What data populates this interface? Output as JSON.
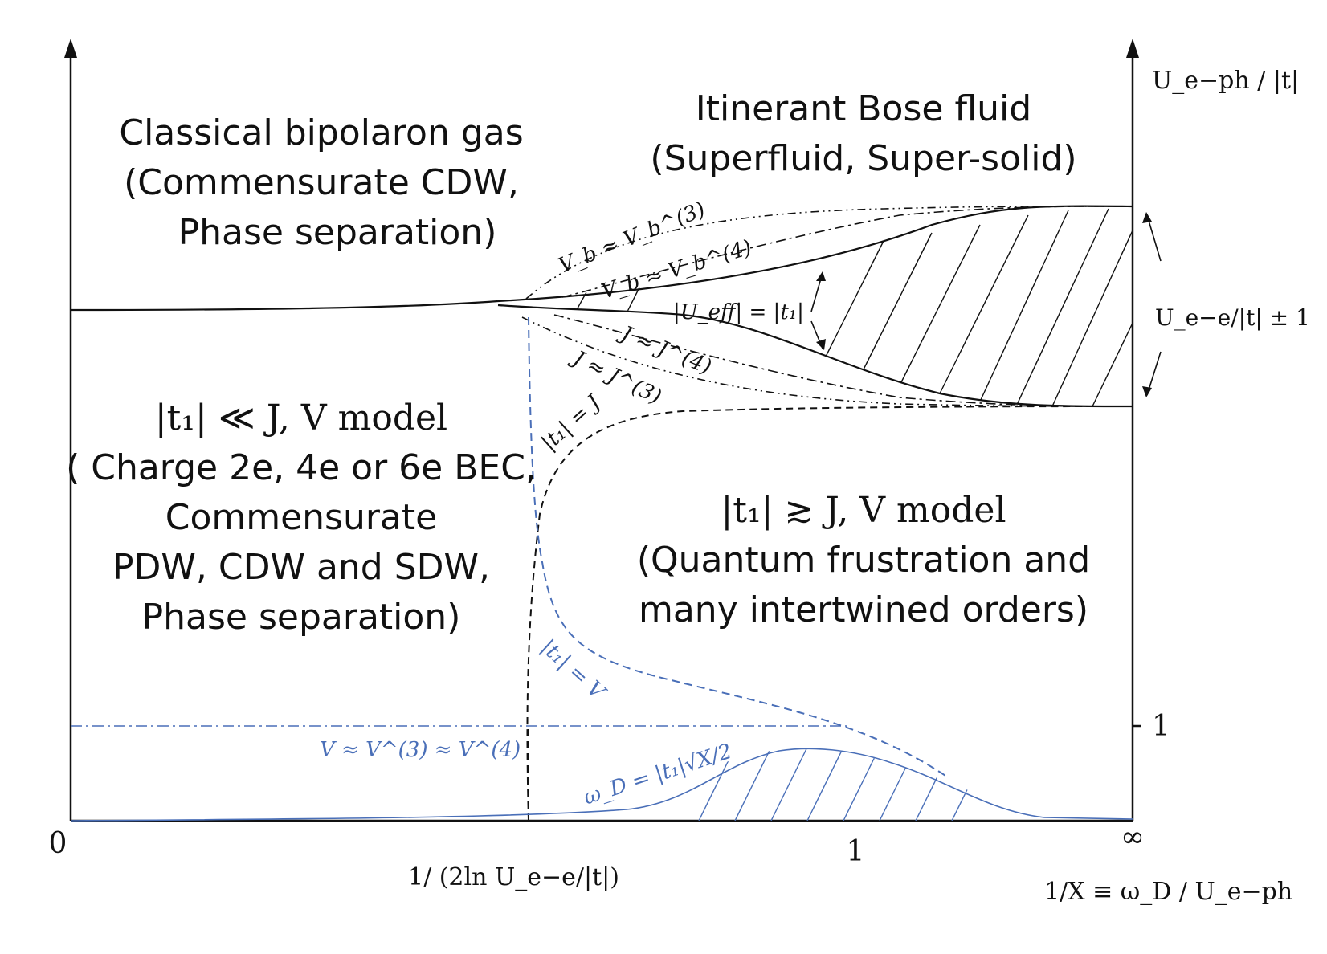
{
  "regions": {
    "top_left": [
      "Classical bipolaron gas",
      "(Commensurate CDW,",
      "Phase separation)"
    ],
    "top_right": [
      "Itinerant Bose fluid",
      "(Superfluid, Super-solid)"
    ],
    "mid_left": [
      "|t₁| ≪ J, V model",
      "( Charge 2e, 4e or 6e BEC,",
      "Commensurate",
      "PDW, CDW and SDW,",
      "Phase separation)"
    ],
    "mid_right": [
      "|t₁| ≳ J, V model",
      "(Quantum frustration and",
      "many intertwined orders)"
    ]
  },
  "curve_labels": {
    "vb3": "V_b ≈ V_b^(3)",
    "vb4": "V_b ≈ V_b^(4)",
    "ueff": "|U_eff| = |t₁|",
    "j4": "J ≈ J^(4)",
    "j3": "J ≈ J^(3)",
    "t1j": "|t₁| = J",
    "t1v": "|t₁| = V",
    "vv": "V ≈ V^(3) ≈ V^(4)",
    "wd": "ω_D = |t₁|√X/2"
  },
  "axes": {
    "origin": "0",
    "x_tick_1": "1",
    "x_inf": "∞",
    "y_tick_1": "1",
    "x_label": "1/X ≡ ω_D / U_e−ph",
    "x_mark": "1/ (2ln U_e−e/|t|)",
    "y_label": "U_e−ph / |t|",
    "band_label": "U_e−e/|t| ± 1"
  },
  "colors": {
    "black": "#111111",
    "blue": "#4a6fb8"
  }
}
